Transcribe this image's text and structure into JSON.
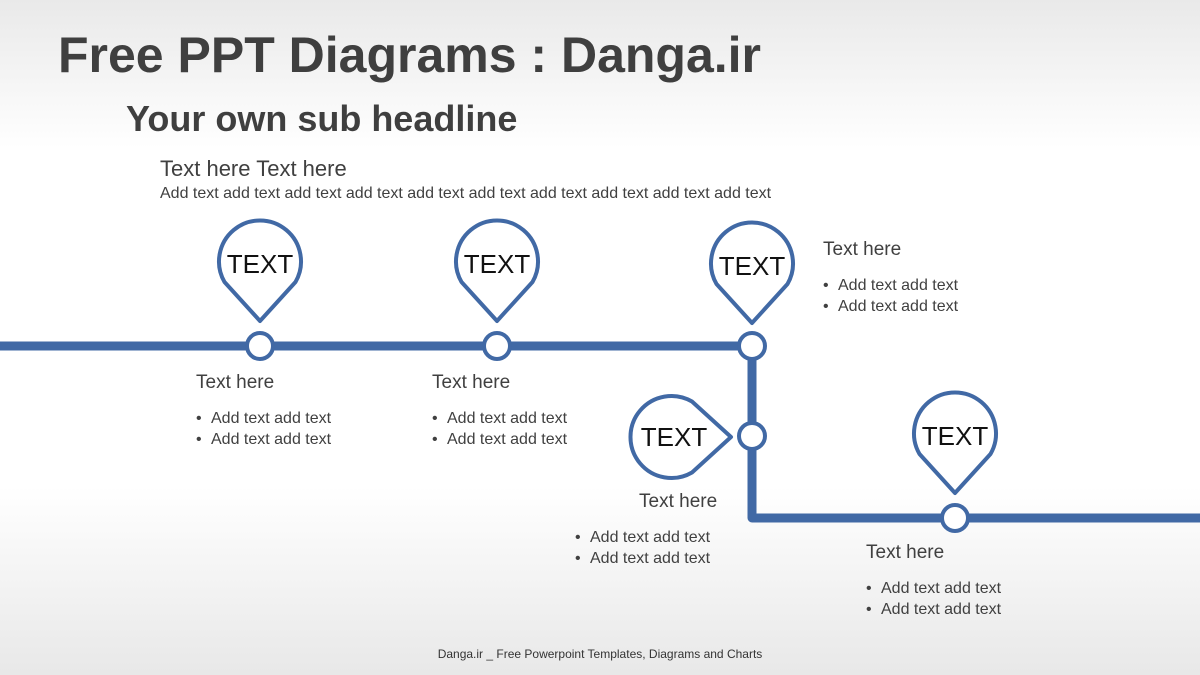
{
  "title": "Free PPT Diagrams : Danga.ir",
  "subtitle": "Your own sub headline",
  "intro": {
    "heading": "Text here Text here",
    "body": "Add text add text add text add text add text add text add text add text add text add text"
  },
  "colors": {
    "line": "#4169a5",
    "pin_fill": "#ffffff",
    "text": "#404040"
  },
  "pins": [
    {
      "label": "TEXT"
    },
    {
      "label": "TEXT"
    },
    {
      "label": "TEXT"
    },
    {
      "label": "TEXT"
    },
    {
      "label": "TEXT"
    }
  ],
  "blocks": [
    {
      "heading": "Text here",
      "bullets": [
        "Add text add text",
        "Add text add text"
      ]
    },
    {
      "heading": "Text here",
      "bullets": [
        "Add text add text",
        "Add text add text"
      ]
    },
    {
      "heading": "Text here",
      "bullets": [
        "Add text add text",
        "Add text add text"
      ]
    },
    {
      "heading": "Text here",
      "bullets": [
        "Add text add text",
        "Add text add text"
      ]
    },
    {
      "heading": "Text here",
      "bullets": [
        "Add text add text",
        "Add text add text"
      ]
    }
  ],
  "footer": "Danga.ir _ Free Powerpoint Templates, Diagrams and Charts"
}
